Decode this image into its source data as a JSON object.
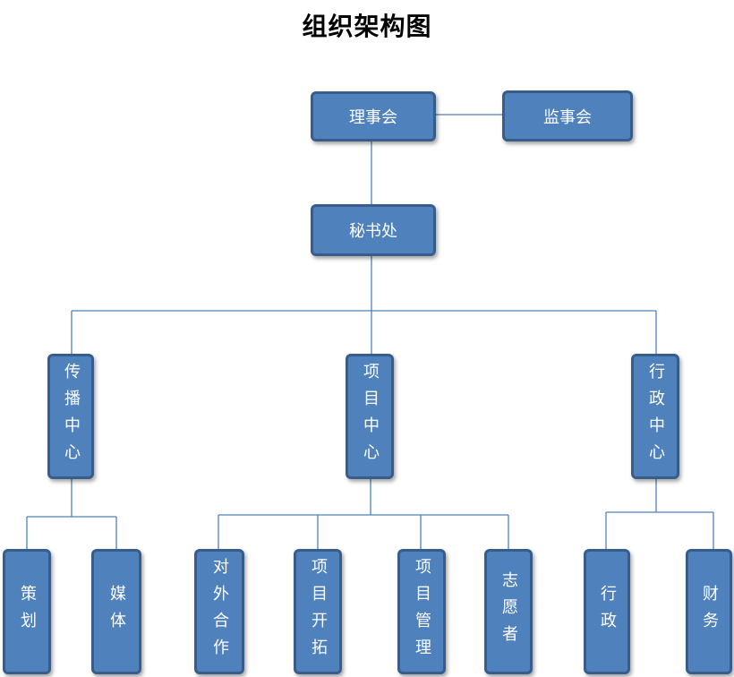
{
  "title": "组织架构图",
  "colors": {
    "node_fill": "#4f81bd",
    "node_border": "#385d8a",
    "connector": "#4f81bd",
    "node_text": "#ffffff"
  },
  "nodes": {
    "board": "理事会",
    "supervisors": "监事会",
    "secretariat": "秘书处",
    "comms_center": "传播中心",
    "project_center": "项目中心",
    "admin_center": "行政中心",
    "planning": "策划",
    "media": "媒体",
    "external_coop": "对外合作",
    "project_dev": "项目开拓",
    "project_mgmt": "项目管理",
    "volunteers": "志愿者",
    "administration": "行政",
    "finance": "财务"
  }
}
